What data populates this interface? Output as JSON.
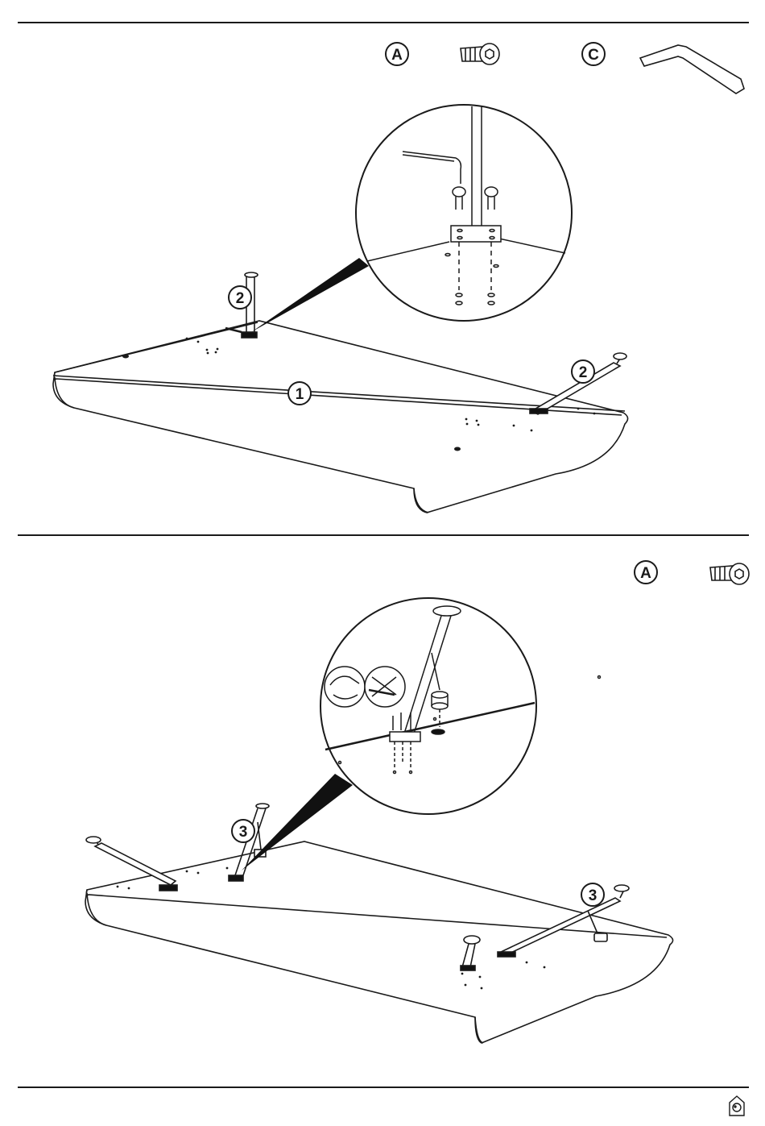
{
  "steps": [
    {
      "parts": [
        {
          "label": "A",
          "icon": "screw-icon"
        },
        {
          "label": "C",
          "icon": "allen-key-icon"
        }
      ],
      "callouts": {
        "top": "1",
        "left_leg": "2",
        "right_leg": "2"
      }
    },
    {
      "parts": [
        {
          "label": "A",
          "icon": "screw-icon"
        }
      ],
      "callouts": {
        "left_leg": "3",
        "right_leg": "3"
      },
      "detail_warnings": [
        "hand-tighten-icon",
        "no-power-tool-icon"
      ]
    }
  ],
  "footer": {
    "logo_icon": "brand-house-logo-icon"
  },
  "colors": {
    "ink": "#1a1a1a",
    "dark_fill": "#111111",
    "paper": "#ffffff"
  }
}
